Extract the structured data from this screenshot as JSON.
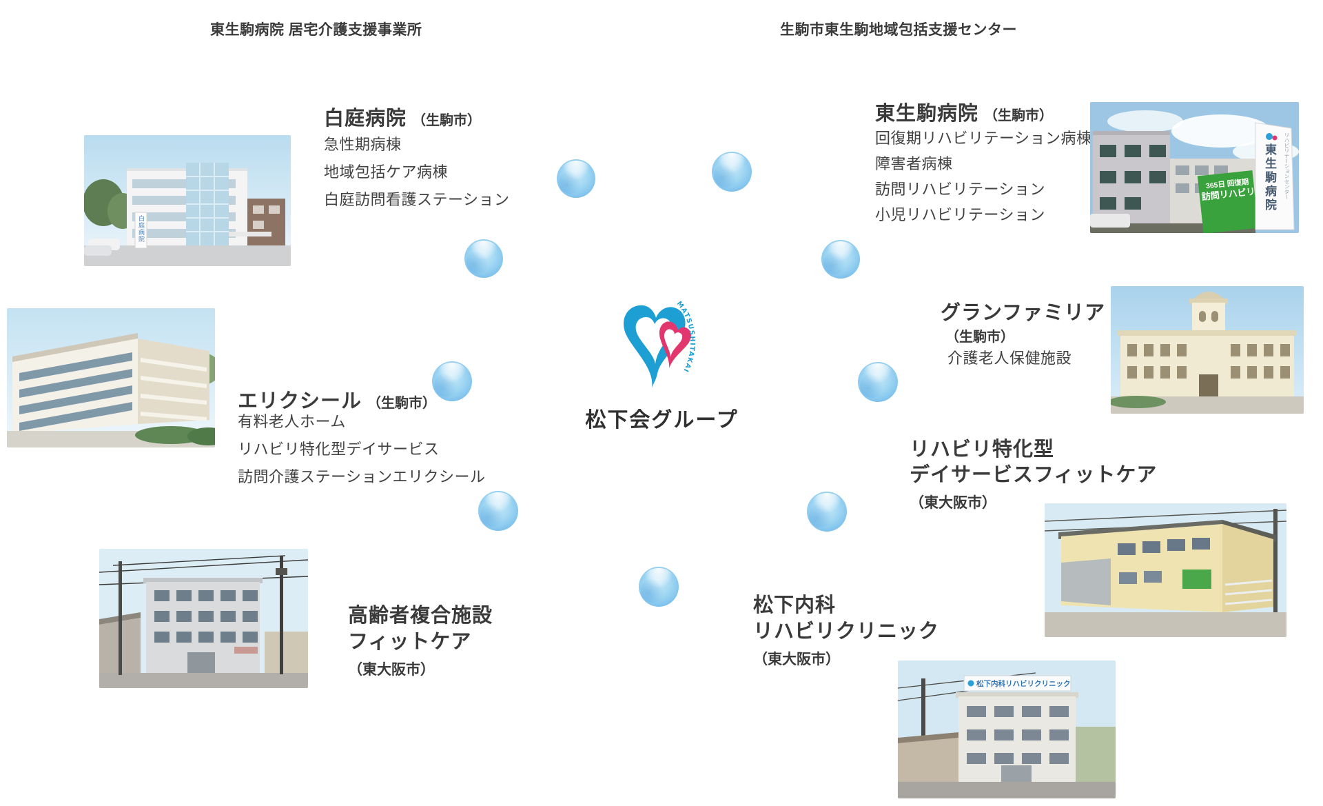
{
  "headings": {
    "left": "東生駒病院 居宅介護支援事業所",
    "right": "生駒市東生駒地域包括支援センター"
  },
  "center": {
    "group_name": "松下会グループ",
    "logo_arc_text": "MATSUSHITAKAI"
  },
  "facilities": {
    "shirahata": {
      "title": "白庭病院",
      "city": "（生駒市）",
      "items": [
        "急性期病棟",
        "地域包括ケア病棟",
        "白庭訪問看護ステーション"
      ]
    },
    "higashiikoma": {
      "title": "東生駒病院",
      "city": "（生駒市）",
      "items": [
        "回復期リハビリテーション病棟",
        "障害者病棟",
        "訪問リハビリテーション",
        "小児リハビリテーション"
      ]
    },
    "elixir": {
      "title": "エリクシール",
      "city": "（生駒市）",
      "items": [
        "有料老人ホーム",
        "リハビリ特化型デイサービス",
        "訪問介護ステーションエリクシール"
      ]
    },
    "granfamilia": {
      "title": "グランファミリア",
      "city": "（生駒市）",
      "items": [
        "介護老人保健施設"
      ]
    },
    "fitcare_day": {
      "title_line1": "リハビリ特化型",
      "title_line2": "デイサービスフィットケア",
      "city": "（東大阪市）"
    },
    "fitcare_senior": {
      "title_line1": "高齢者複合施設",
      "title_line2": "フィットケア",
      "city": "（東大阪市）"
    },
    "matsushita_clinic": {
      "title_line1": "松下内科",
      "title_line2": "リハビリクリニック",
      "city": "（東大阪市）"
    }
  },
  "photo_text": {
    "shirahata_sign": "白庭病院",
    "higashiikoma_sign_main": "東生駒病院",
    "higashiikoma_sign_sub": "リハビリテーションセンター",
    "higashiikoma_banner_line1": "365日 回復期",
    "higashiikoma_banner_line2": "訪問リハビリ",
    "matsushita_sign": "松下内科リハビリクリニック"
  },
  "colors": {
    "logo_blue": "#1d9fd4",
    "logo_pink": "#e2376e",
    "bubble_blue": "#7cc4ec",
    "text_dark": "#3a3a3a"
  }
}
